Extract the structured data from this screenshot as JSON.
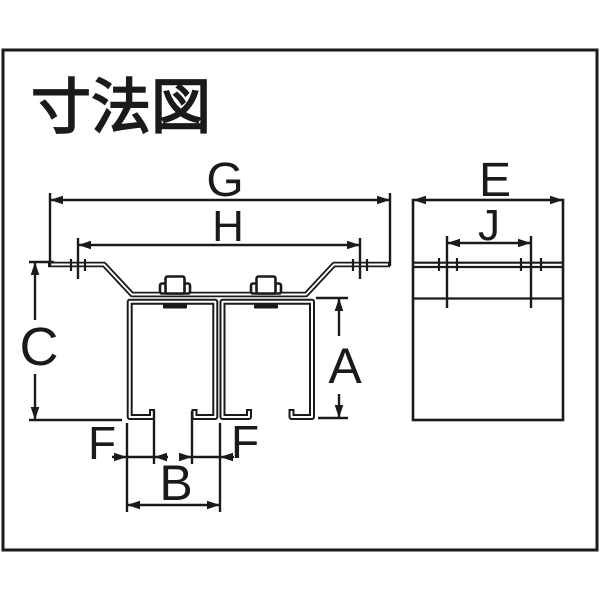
{
  "title": "寸法図",
  "colors": {
    "line": "#1a1a1a",
    "background": "#ffffff"
  },
  "dimensions": {
    "G": "G",
    "H": "H",
    "C": "C",
    "A": "A",
    "F_left": "F",
    "F_right": "F",
    "B": "B",
    "E": "E",
    "J": "J"
  }
}
